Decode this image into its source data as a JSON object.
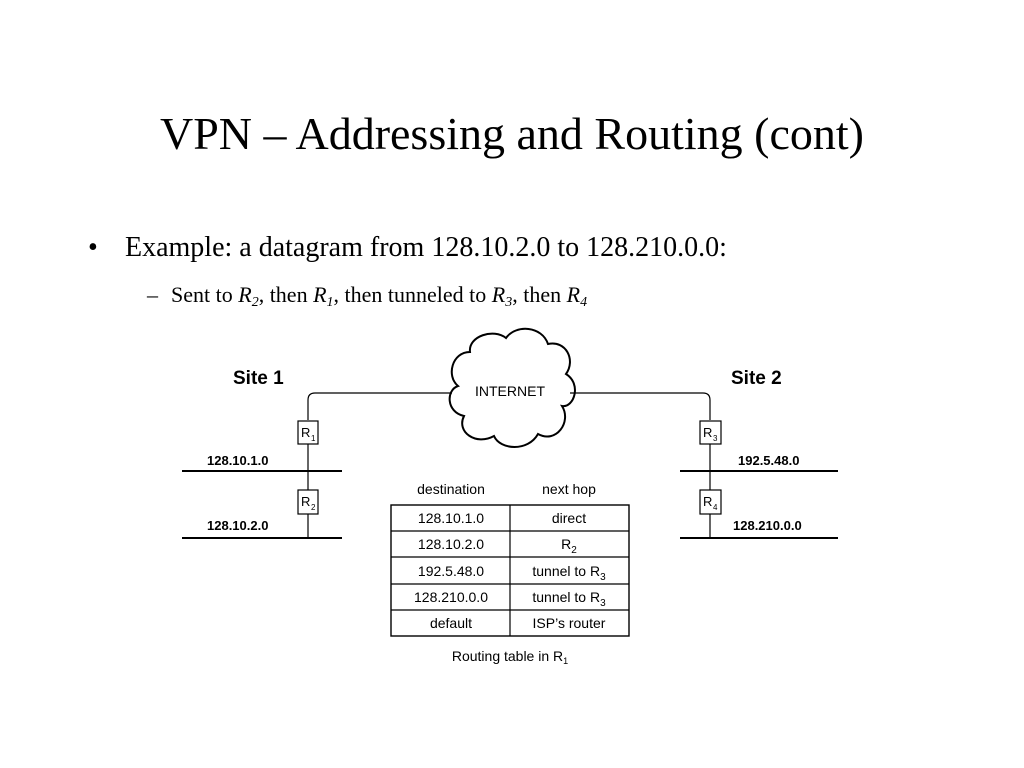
{
  "slide": {
    "title": "VPN – Addressing and Routing (cont)",
    "bullet_marker": "•",
    "bullet": "Example: a datagram from 128.10.2.0 to 128.210.0.0:",
    "subbullet": {
      "marker": "–",
      "t1": "Sent to ",
      "r2": "R",
      "r2_sub": "2",
      "t2": ", then ",
      "r1": "R",
      "r1_sub": "1",
      "t3": ", then tunneled to ",
      "r3": "R",
      "r3_sub": "3",
      "t4": ", then ",
      "r4": "R",
      "r4_sub": "4"
    }
  },
  "diagram": {
    "site1_label": "Site 1",
    "site2_label": "Site 2",
    "internet_label": "INTERNET",
    "site1_networks": [
      "128.10.1.0",
      "128.10.2.0"
    ],
    "site2_networks": [
      "192.5.48.0",
      "128.210.0.0"
    ],
    "routers": {
      "r1": {
        "letter": "R",
        "sub": "1"
      },
      "r2": {
        "letter": "R",
        "sub": "2"
      },
      "r3": {
        "letter": "R",
        "sub": "3"
      },
      "r4": {
        "letter": "R",
        "sub": "4"
      }
    },
    "routing_table": {
      "headers": [
        "destination",
        "next hop"
      ],
      "rows": [
        {
          "destination": "128.10.1.0",
          "next_hop": "direct",
          "sub": ""
        },
        {
          "destination": "128.10.2.0",
          "next_hop": "R",
          "sub": "2"
        },
        {
          "destination": "192.5.48.0",
          "next_hop": "tunnel to R",
          "sub": "3"
        },
        {
          "destination": "128.210.0.0",
          "next_hop": "tunnel to R",
          "sub": "3"
        },
        {
          "destination": "default",
          "next_hop": "ISP’s router",
          "sub": ""
        }
      ],
      "caption": "Routing table in R",
      "caption_sub": "1"
    }
  }
}
